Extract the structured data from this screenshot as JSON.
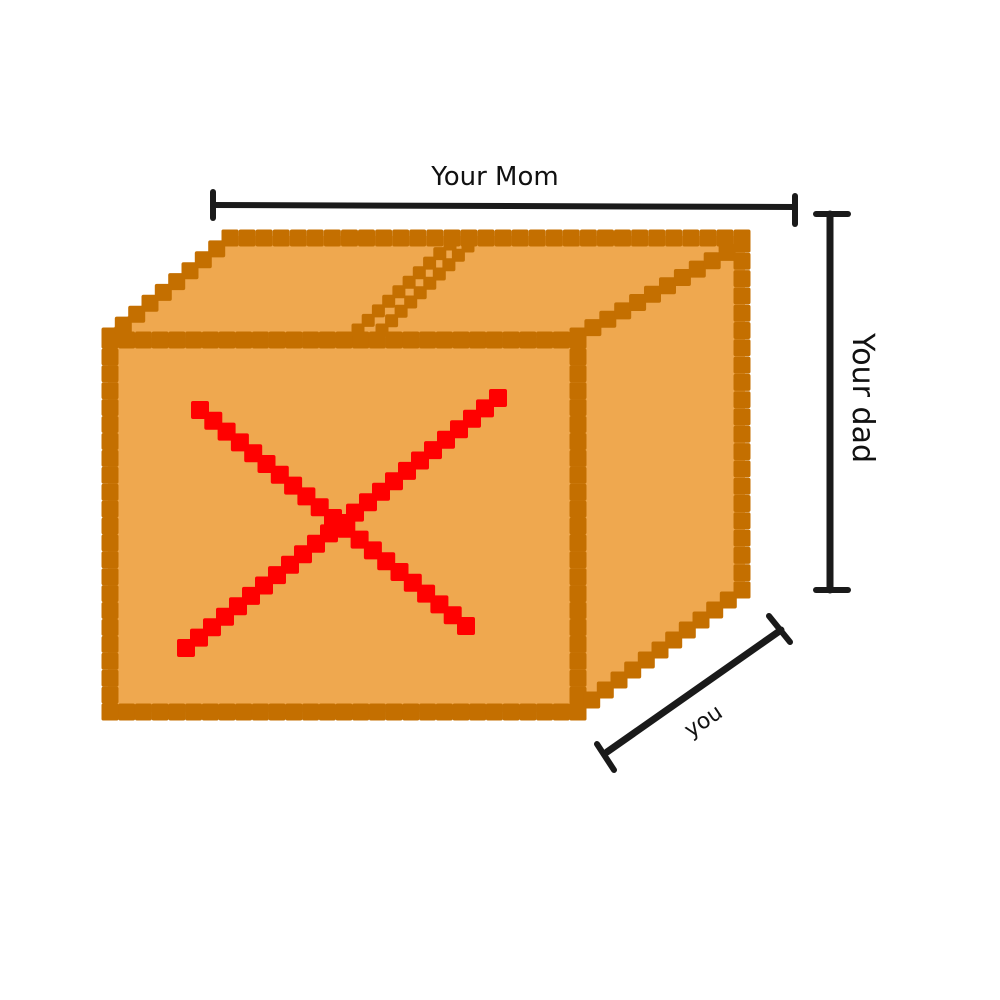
{
  "dimension_labels": {
    "width": "Your Mom",
    "height": "Your dad",
    "depth": "you"
  },
  "colors": {
    "box_fill": "#efa84f",
    "box_edge": "#c46f00",
    "cross": "#ff0000",
    "dimension_line": "#1a1a1a",
    "background": "#ffffff"
  }
}
